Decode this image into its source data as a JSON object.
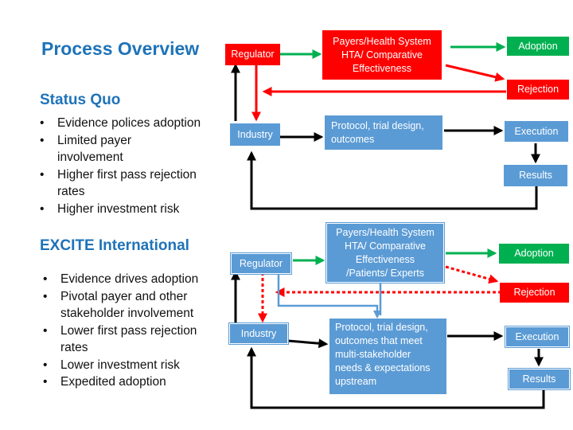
{
  "title": "Process Overview",
  "status_quo": {
    "heading": "Status Quo",
    "bullets": [
      "Evidence polices adoption",
      "Limited payer involvement",
      "Higher first pass rejection rates",
      "Higher investment risk"
    ]
  },
  "excite": {
    "heading": "EXCITE International",
    "bullets": [
      "Evidence drives adoption",
      "Pivotal payer and other stakeholder involvement",
      "Lower first pass rejection rates",
      "Lower investment risk",
      "Expedited adoption"
    ]
  },
  "diagram_top": {
    "regulator": "Regulator",
    "payers": "Payers/Health System\nHTA/ Comparative\nEffectiveness",
    "adoption": "Adoption",
    "rejection": "Rejection",
    "industry": "Industry",
    "protocol": "Protocol, trial design,\noutcomes",
    "execution": "Execution",
    "results": "Results"
  },
  "diagram_bottom": {
    "regulator": "Regulator",
    "payers": "Payers/Health System\nHTA/ Comparative\nEffectiveness\n/Patients/ Experts",
    "adoption": "Adoption",
    "rejection": "Rejection",
    "industry": "Industry",
    "protocol": "Protocol, trial design,\noutcomes that meet\nmulti-stakeholder\nneeds & expectations\nupstream",
    "execution": "Execution",
    "results": "Results"
  },
  "colors": {
    "title_blue": "#1f73b8",
    "box_blue": "#5b9bd5",
    "box_red": "#ff0000",
    "box_green": "#00b050",
    "arrow_black": "#000000"
  }
}
